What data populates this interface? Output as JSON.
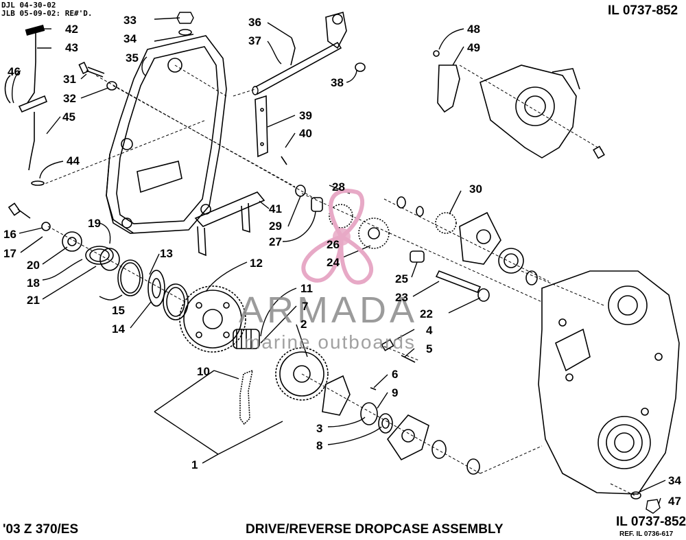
{
  "header": {
    "line1": "DJL 04-30-02",
    "line2": "JLB 05-09-02: RE#'D.",
    "il_top": "IL 0737-852"
  },
  "footer": {
    "model": "'03 Z 370/ES",
    "title": "DRIVE/REVERSE DROPCASE ASSEMBLY",
    "il_bottom": "IL 0737-852",
    "ref": "REF. IL 0736-617"
  },
  "watermark": {
    "brand": "ARMADA",
    "tagline": "marine outboards",
    "logo_color": "#e7a9c6",
    "text_color": "#8a8a8a"
  },
  "callouts": [
    "1",
    "2",
    "3",
    "4",
    "5",
    "6",
    "7",
    "8",
    "9",
    "10",
    "11",
    "12",
    "13",
    "14",
    "15",
    "16",
    "17",
    "18",
    "19",
    "20",
    "21",
    "22",
    "23",
    "24",
    "25",
    "26",
    "27",
    "28",
    "29",
    "30",
    "31",
    "32",
    "33",
    "34",
    "35",
    "36",
    "37",
    "38",
    "39",
    "40",
    "41",
    "42",
    "43",
    "44",
    "45",
    "46",
    "47",
    "48",
    "49",
    "34"
  ]
}
